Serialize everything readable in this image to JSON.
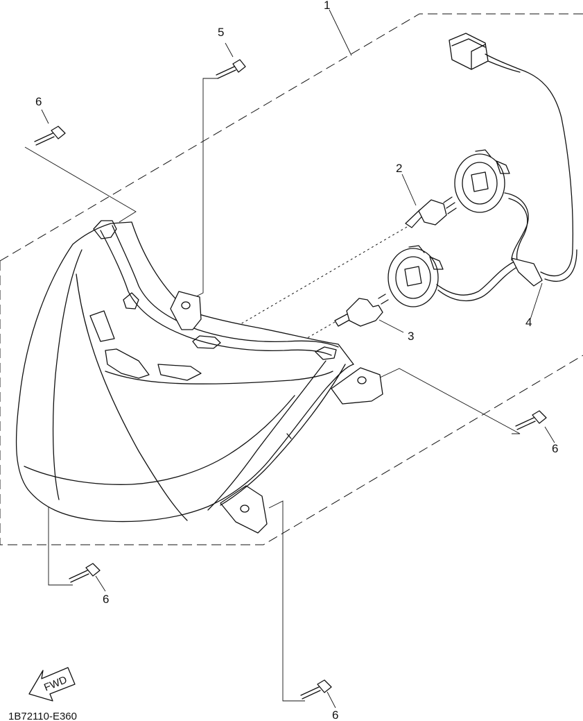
{
  "callouts": {
    "part_1": "1",
    "part_2": "2",
    "part_3": "3",
    "part_4": "4",
    "part_5": "5",
    "part_6_upper_left": "6",
    "part_6_right": "6",
    "part_6_lower_left": "6",
    "part_6_bottom": "6"
  },
  "direction_arrow": {
    "label": "FWD",
    "icon": "fwd-arrow-icon"
  },
  "diagram_code": "1B72110-E360"
}
